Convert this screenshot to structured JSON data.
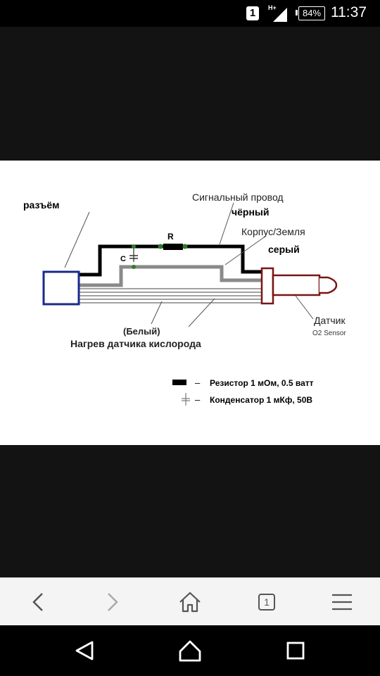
{
  "status_bar": {
    "sim_badge": "1",
    "network_type": "H+",
    "battery": "84%",
    "time": "11:37"
  },
  "diagram": {
    "connector_label": "разъём",
    "signal_wire_label": "Сигнальный провод",
    "signal_wire_color": "чёрный",
    "ground_label": "Корпус/Земля",
    "ground_color": "серый",
    "resistor_label": "R",
    "capacitor_label": "C",
    "sensor_label": "Датчик",
    "sensor_sublabel": "O2 Sensor",
    "heater_color": "(Белый)",
    "heater_label": "Нагрев датчика кислорода",
    "legend_resistor": "Резистор 1 мОм, 0.5 ватт",
    "legend_capacitor": "Конденсатор 1 мКф, 50В",
    "legend_dash": "–"
  },
  "browser_toolbar": {
    "tab_count": "1"
  }
}
